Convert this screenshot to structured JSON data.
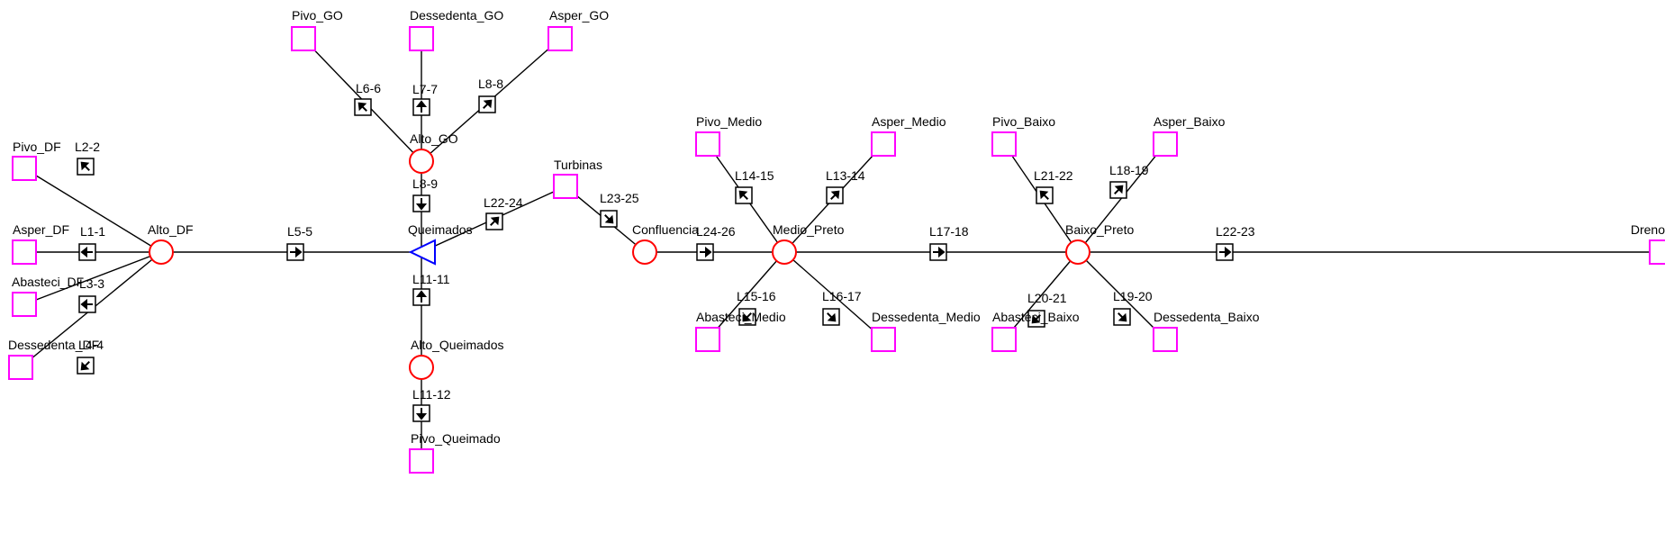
{
  "colors": {
    "demand_node": "#ff00ff",
    "junction_node": "#ff0000",
    "reservoir_node": "#0000ff",
    "link": "#000000",
    "background": "#ffffff"
  },
  "nodes": [
    {
      "id": "pivo_df",
      "label": "Pivo_DF",
      "type": "demand",
      "icon": "square-icon"
    },
    {
      "id": "asper_df",
      "label": "Asper_DF",
      "type": "demand",
      "icon": "square-icon"
    },
    {
      "id": "abasteci_df",
      "label": "Abasteci_DF",
      "type": "demand",
      "icon": "square-icon"
    },
    {
      "id": "dessedenta_df",
      "label": "Dessedenta_DF",
      "type": "demand",
      "icon": "square-icon"
    },
    {
      "id": "alto_df",
      "label": "Alto_DF",
      "type": "junction",
      "icon": "circle-icon"
    },
    {
      "id": "pivo_go",
      "label": "Pivo_GO",
      "type": "demand",
      "icon": "square-icon"
    },
    {
      "id": "dessedenta_go",
      "label": "Dessedenta_GO",
      "type": "demand",
      "icon": "square-icon"
    },
    {
      "id": "asper_go",
      "label": "Asper_GO",
      "type": "demand",
      "icon": "square-icon"
    },
    {
      "id": "alto_go",
      "label": "Alto_GO",
      "type": "junction",
      "icon": "circle-icon"
    },
    {
      "id": "queimados",
      "label": "Queimados",
      "type": "reservoir",
      "icon": "triangle-icon"
    },
    {
      "id": "turbinas",
      "label": "Turbinas",
      "type": "demand",
      "icon": "square-icon"
    },
    {
      "id": "alto_queimados",
      "label": "Alto_Queimados",
      "type": "junction",
      "icon": "circle-icon"
    },
    {
      "id": "pivo_queimado",
      "label": "Pivo_Queimado",
      "type": "demand",
      "icon": "square-icon"
    },
    {
      "id": "confluencia",
      "label": "Confluencia",
      "type": "junction",
      "icon": "circle-icon"
    },
    {
      "id": "pivo_medio",
      "label": "Pivo_Medio",
      "type": "demand",
      "icon": "square-icon"
    },
    {
      "id": "asper_medio",
      "label": "Asper_Medio",
      "type": "demand",
      "icon": "square-icon"
    },
    {
      "id": "medio_preto",
      "label": "Medio_Preto",
      "type": "junction",
      "icon": "circle-icon"
    },
    {
      "id": "abasteci_medio",
      "label": "Abasteci_Medio",
      "type": "demand",
      "icon": "square-icon"
    },
    {
      "id": "dessedenta_medio",
      "label": "Dessedenta_Medio",
      "type": "demand",
      "icon": "square-icon"
    },
    {
      "id": "pivo_baixo",
      "label": "Pivo_Baixo",
      "type": "demand",
      "icon": "square-icon"
    },
    {
      "id": "asper_baixo",
      "label": "Asper_Baixo",
      "type": "demand",
      "icon": "square-icon"
    },
    {
      "id": "baixo_preto",
      "label": "Baixo_Preto",
      "type": "junction",
      "icon": "circle-icon"
    },
    {
      "id": "abasteci_baixo",
      "label": "Abasteci_Baixo",
      "type": "demand",
      "icon": "square-icon"
    },
    {
      "id": "dessedenta_baixo",
      "label": "Dessedenta_Baixo",
      "type": "demand",
      "icon": "square-icon"
    },
    {
      "id": "dreno",
      "label": "Dreno",
      "type": "demand",
      "icon": "square-icon"
    }
  ],
  "links": [
    {
      "id": "l2_2",
      "label": "L2-2",
      "from": "alto_df",
      "to": "pivo_df",
      "icon": "arrow-up-left-icon"
    },
    {
      "id": "l1_1",
      "label": "L1-1",
      "from": "alto_df",
      "to": "asper_df",
      "icon": "arrow-left-icon"
    },
    {
      "id": "l3_3",
      "label": "L3-3",
      "from": "alto_df",
      "to": "abasteci_df",
      "icon": "arrow-left-icon"
    },
    {
      "id": "l4_4",
      "label": "L4-4",
      "from": "alto_df",
      "to": "dessedenta_df",
      "icon": "arrow-down-left-icon"
    },
    {
      "id": "l5_5",
      "label": "L5-5",
      "from": "alto_df",
      "to": "queimados",
      "icon": "arrow-right-icon"
    },
    {
      "id": "l6_6",
      "label": "L6-6",
      "from": "alto_go",
      "to": "pivo_go",
      "icon": "arrow-up-left-icon"
    },
    {
      "id": "l7_7",
      "label": "L7-7",
      "from": "alto_go",
      "to": "dessedenta_go",
      "icon": "arrow-up-icon"
    },
    {
      "id": "l8_8",
      "label": "L8-8",
      "from": "alto_go",
      "to": "asper_go",
      "icon": "arrow-up-right-icon"
    },
    {
      "id": "l8_9",
      "label": "L8-9",
      "from": "alto_go",
      "to": "queimados",
      "icon": "arrow-down-icon"
    },
    {
      "id": "l22_24",
      "label": "L22-24",
      "from": "queimados",
      "to": "turbinas",
      "icon": "arrow-up-right-icon"
    },
    {
      "id": "l11_11",
      "label": "L11-11",
      "from": "alto_queimados",
      "to": "queimados",
      "icon": "arrow-up-icon"
    },
    {
      "id": "l11_12",
      "label": "L11-12",
      "from": "alto_queimados",
      "to": "pivo_queimado",
      "icon": "arrow-down-icon"
    },
    {
      "id": "l23_25",
      "label": "L23-25",
      "from": "turbinas",
      "to": "confluencia",
      "icon": "arrow-down-right-icon"
    },
    {
      "id": "l24_26",
      "label": "L24-26",
      "from": "confluencia",
      "to": "medio_preto",
      "icon": "arrow-right-icon"
    },
    {
      "id": "l14_15",
      "label": "L14-15",
      "from": "medio_preto",
      "to": "pivo_medio",
      "icon": "arrow-up-left-icon"
    },
    {
      "id": "l13_14",
      "label": "L13-14",
      "from": "medio_preto",
      "to": "asper_medio",
      "icon": "arrow-up-right-icon"
    },
    {
      "id": "l15_16",
      "label": "L15-16",
      "from": "medio_preto",
      "to": "abasteci_medio",
      "icon": "arrow-down-left-icon"
    },
    {
      "id": "l16_17",
      "label": "L16-17",
      "from": "medio_preto",
      "to": "dessedenta_medio",
      "icon": "arrow-down-right-icon"
    },
    {
      "id": "l17_18",
      "label": "L17-18",
      "from": "medio_preto",
      "to": "baixo_preto",
      "icon": "arrow-right-icon"
    },
    {
      "id": "l21_22",
      "label": "L21-22",
      "from": "baixo_preto",
      "to": "pivo_baixo",
      "icon": "arrow-up-left-icon"
    },
    {
      "id": "l18_19",
      "label": "L18-19",
      "from": "baixo_preto",
      "to": "asper_baixo",
      "icon": "arrow-up-right-icon"
    },
    {
      "id": "l20_21",
      "label": "L20-21",
      "from": "baixo_preto",
      "to": "abasteci_baixo",
      "icon": "arrow-down-left-icon"
    },
    {
      "id": "l19_20",
      "label": "L19-20",
      "from": "baixo_preto",
      "to": "dessedenta_baixo",
      "icon": "arrow-down-right-icon"
    },
    {
      "id": "l22_23",
      "label": "L22-23",
      "from": "baixo_preto",
      "to": "dreno",
      "icon": "arrow-right-icon"
    }
  ]
}
